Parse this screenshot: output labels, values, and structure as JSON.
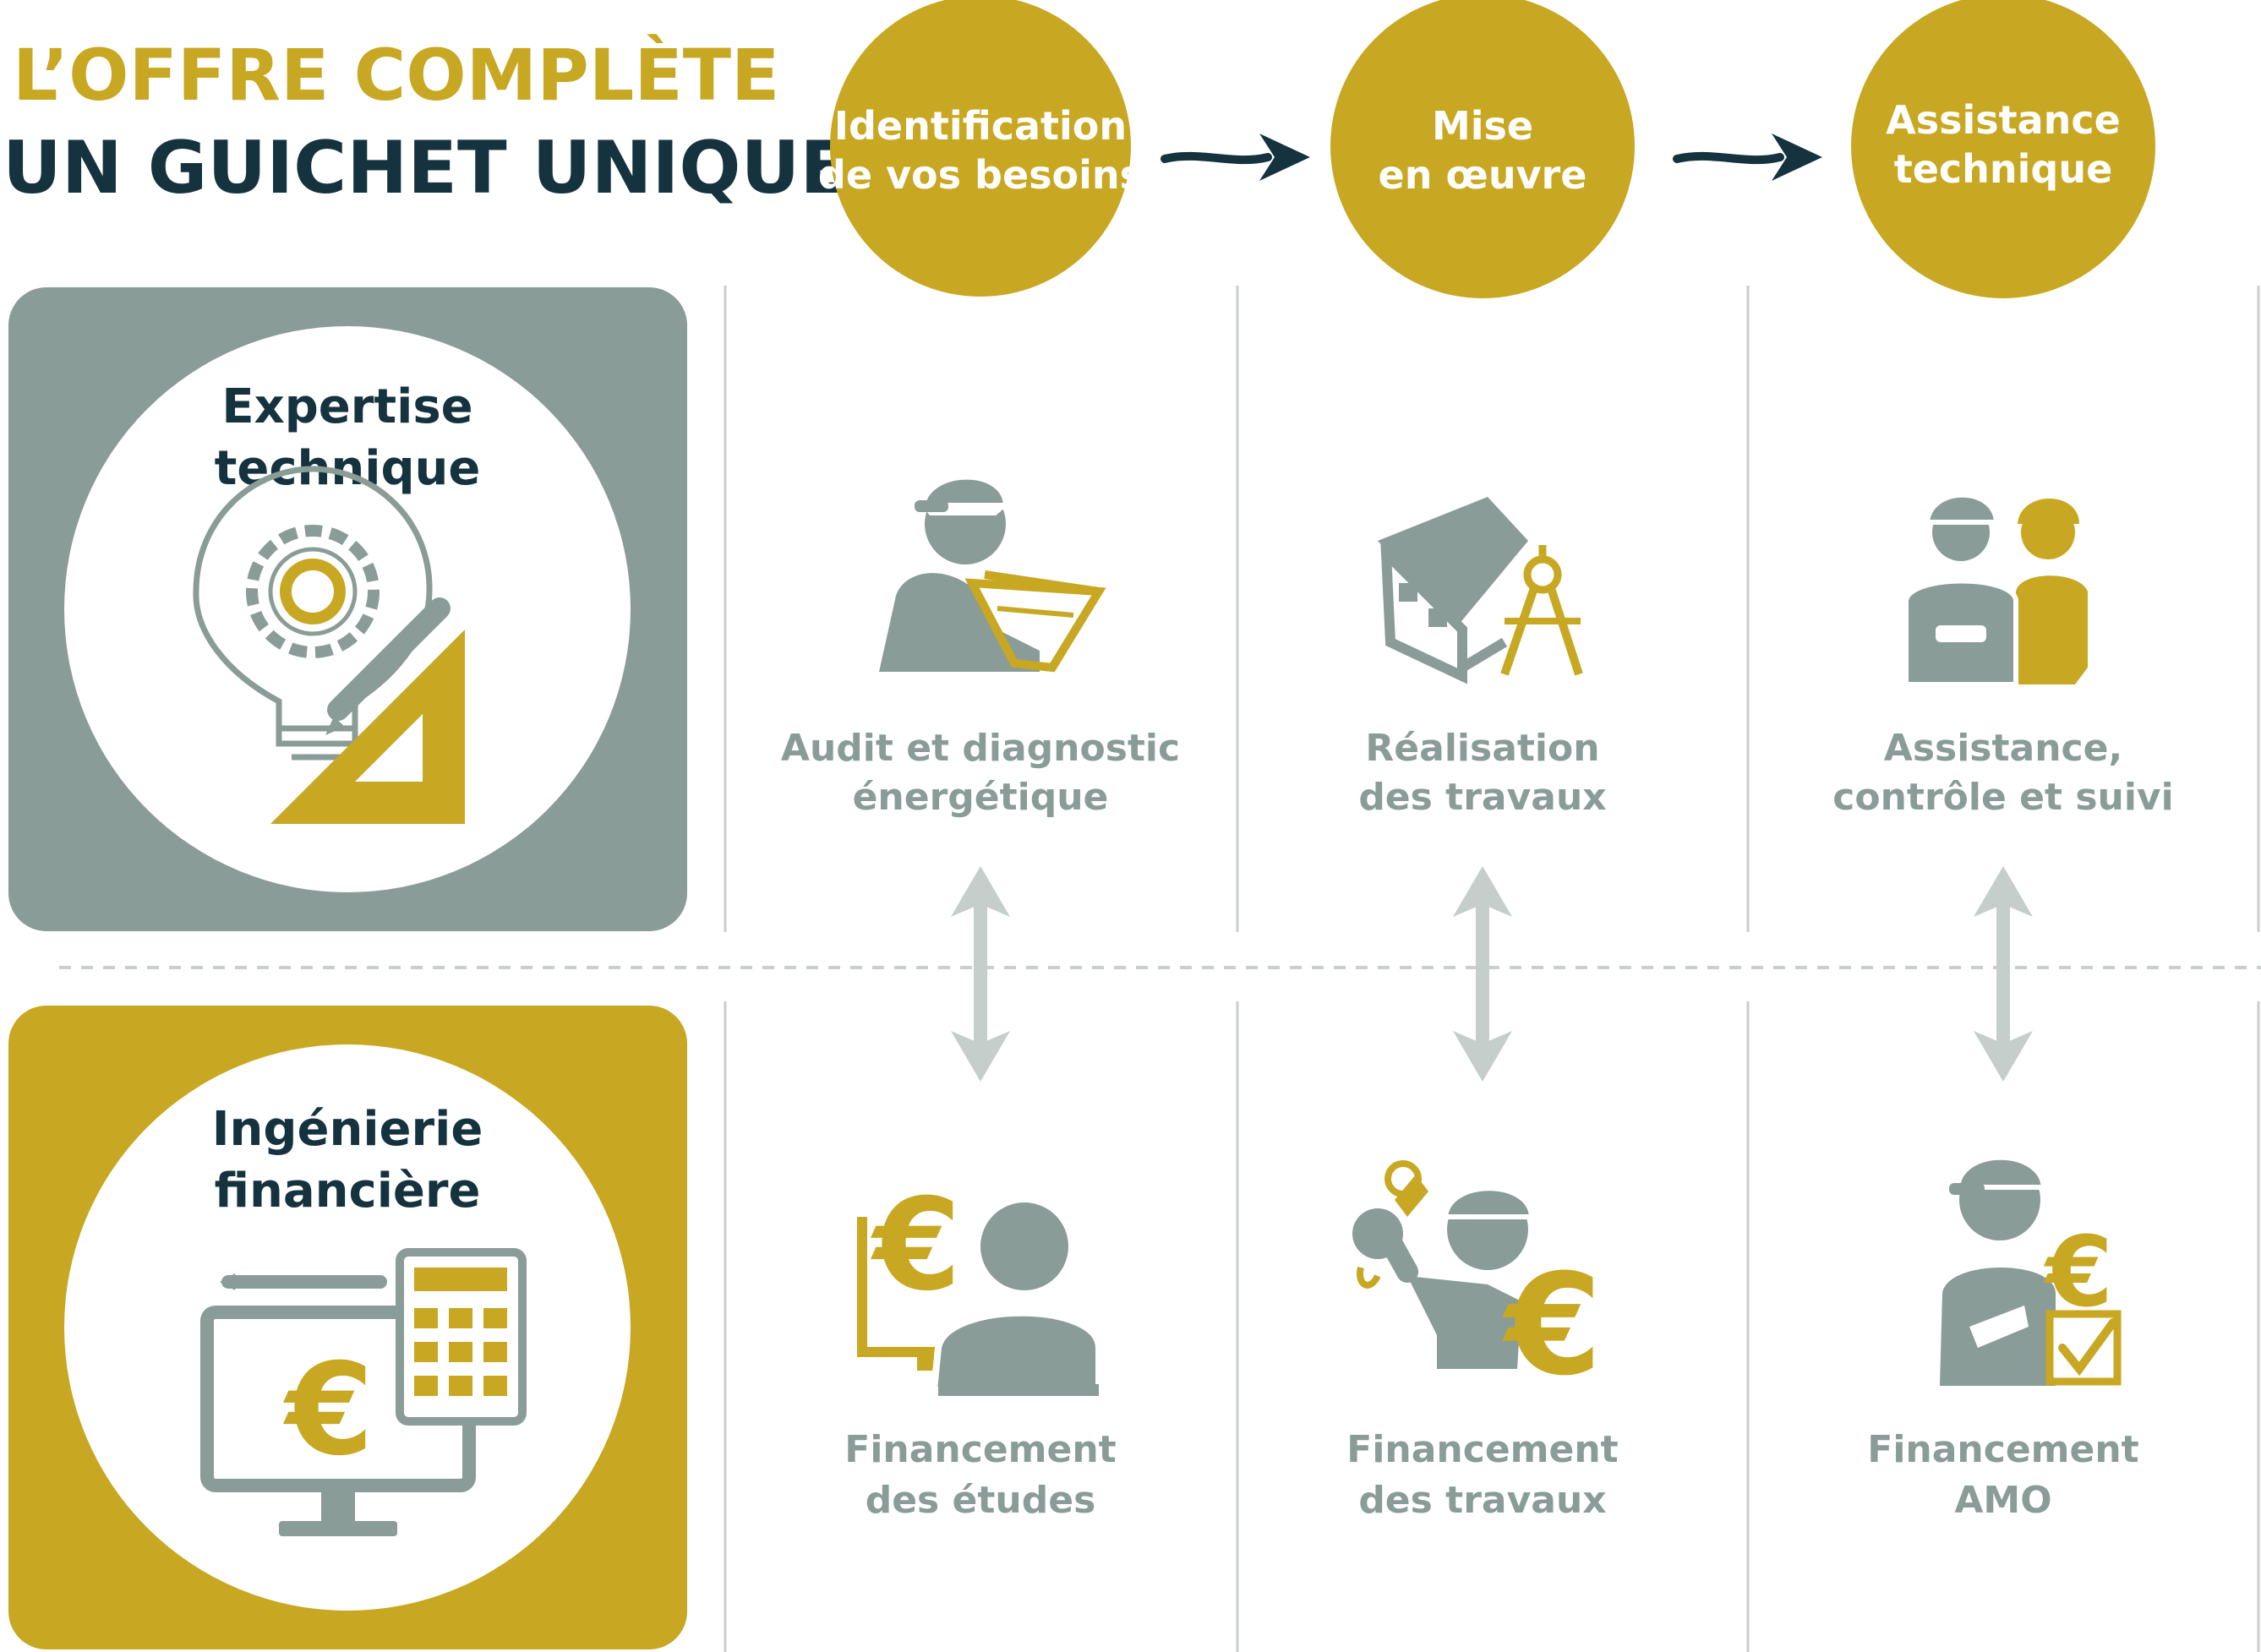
{
  "header": {
    "title_line1": "L’OFFRE COMPLÈTE",
    "title_line2": "UN GUICHET UNIQUE"
  },
  "steps": [
    {
      "line1": "Identification",
      "line2": "de vos besoins"
    },
    {
      "line1": "Mise",
      "line2": "en œuvre"
    },
    {
      "line1": "Assistance",
      "line2": "technique"
    }
  ],
  "panels": {
    "technical": {
      "line1": "Expertise",
      "line2": "technique"
    },
    "financial": {
      "line1": "Ingénierie",
      "line2": "financière"
    }
  },
  "technical_services": [
    {
      "line1": "Audit et diagnostic",
      "line2": "énergétique"
    },
    {
      "line1": "Réalisation",
      "line2": "des travaux"
    },
    {
      "line1": "Assistance,",
      "line2": "contrôle et suivi"
    }
  ],
  "financial_services": [
    {
      "line1": "Financement",
      "line2": "des études"
    },
    {
      "line1": "Financement",
      "line2": "des travaux"
    },
    {
      "line1": "Financement",
      "line2": "AMO"
    }
  ],
  "icons": {
    "currency_symbol": "€"
  },
  "colors": {
    "gold": "#c8a722",
    "gray": "#8a9c97",
    "navy": "#15323f",
    "light_gray": "#c5ceca"
  }
}
